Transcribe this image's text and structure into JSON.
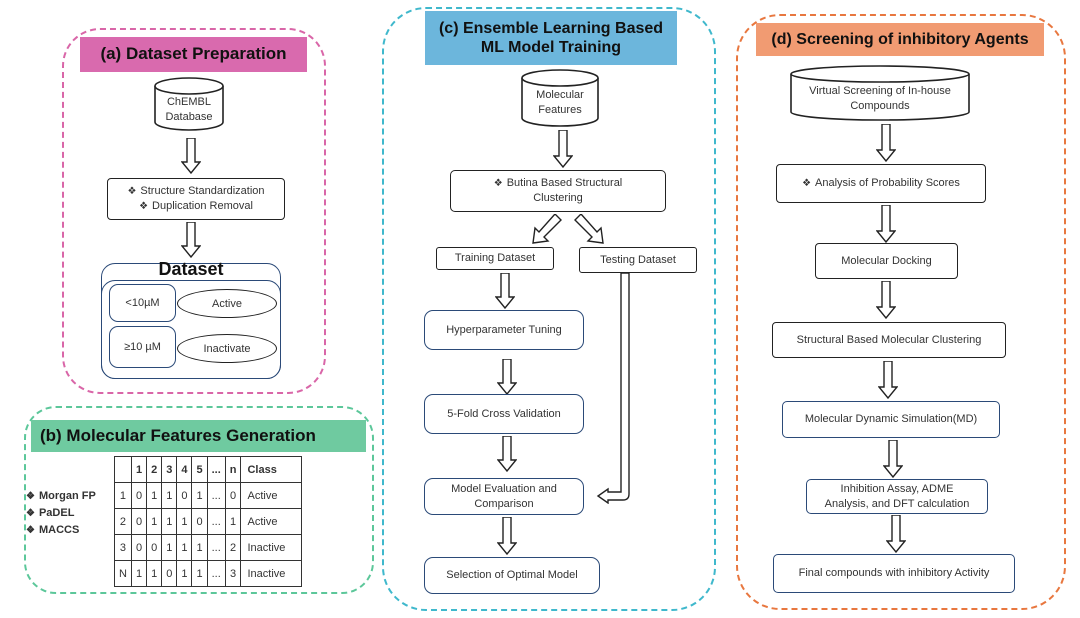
{
  "colors": {
    "panel_a": "#d966a8",
    "panel_b": "#5cc79a",
    "panel_c": "#3fb8cc",
    "panel_d": "#e8773f",
    "header_a": "#d96aae",
    "header_b": "#6fcaa0",
    "header_c": "#6cb6dc",
    "header_d": "#f19b72"
  },
  "panel_a": {
    "title": "(a) Dataset Preparation",
    "database": [
      "ChEMBL",
      "Database"
    ],
    "steps": [
      "Structure Standardization",
      "Duplication Removal"
    ],
    "dataset_title": "Dataset",
    "rows": [
      {
        "threshold": "<10µM",
        "label": "Active"
      },
      {
        "threshold": "≥10  µM",
        "label": "Inactivate"
      }
    ]
  },
  "panel_b": {
    "title": "(b) Molecular Features Generation",
    "feature_types": [
      "Morgan FP",
      "PaDEL",
      "MACCS"
    ],
    "table": {
      "header": [
        "",
        "1",
        "2",
        "3",
        "4",
        "5",
        "...",
        "n",
        "Class"
      ],
      "rows": [
        [
          "1",
          "0",
          "1",
          "1",
          "0",
          "1",
          "...",
          "0",
          "Active"
        ],
        [
          "2",
          "0",
          "1",
          "1",
          "1",
          "0",
          "...",
          "1",
          "Active"
        ],
        [
          "3",
          "0",
          "0",
          "1",
          "1",
          "1",
          "...",
          "2",
          "Inactive"
        ],
        [
          "N",
          "1",
          "1",
          "0",
          "1",
          "1",
          "...",
          "3",
          "Inactive"
        ]
      ]
    }
  },
  "panel_c": {
    "title_line1": "(c) Ensemble Learning Based",
    "title_line2": "ML Model Training",
    "input": [
      "Molecular",
      "Features"
    ],
    "clustering_line1": "Butina Based Structural",
    "clustering_line2": "Clustering",
    "training": "Training Dataset",
    "testing": "Testing Dataset",
    "tuning": "Hyperparameter Tuning",
    "cv": "5-Fold Cross Validation",
    "evaluation_line1": "Model Evaluation and",
    "evaluation_line2": "Comparison",
    "selection": "Selection of Optimal Model"
  },
  "panel_d": {
    "title": "(d) Screening of inhibitory Agents",
    "input": [
      "Virtual Screening of In-house",
      "Compounds"
    ],
    "probability": "Analysis of Probability Scores",
    "docking": "Molecular Docking",
    "clustering": "Structural Based Molecular Clustering",
    "md": "Molecular Dynamic Simulation(MD)",
    "assay_line1": "Inhibition Assay, ADME",
    "assay_line2": "Analysis, and DFT calculation",
    "final": "Final compounds with inhibitory Activity"
  },
  "bullet_glyph": "❖"
}
